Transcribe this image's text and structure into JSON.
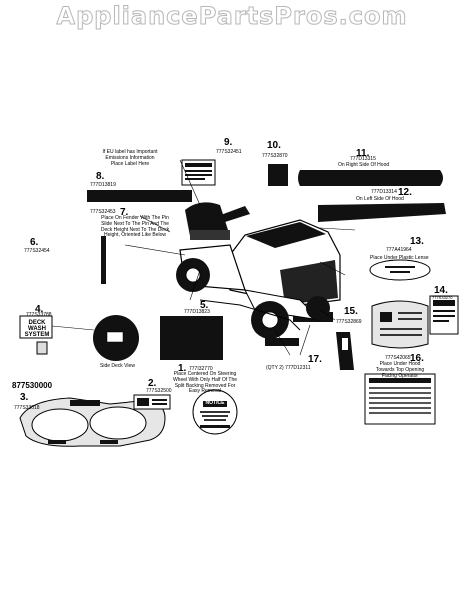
{
  "watermark": "AppliancePartsPros.com",
  "diagram_number": "877530000",
  "parts": [
    {
      "ref": "1.",
      "part_no": "777I32770",
      "note": [
        "Place Centered On Steering",
        "Wheel With Only Half Of The",
        "Split Backing Removed For",
        "Easy Removal"
      ]
    },
    {
      "ref": "2.",
      "part_no": "777S32500"
    },
    {
      "ref": "3.",
      "part_no": "777S33018"
    },
    {
      "ref": "4.",
      "part_no": "777S33788"
    },
    {
      "ref": "5.",
      "part_no": "777D13823"
    },
    {
      "ref": "6.",
      "part_no": "777S32454"
    },
    {
      "ref": "7.",
      "part_no": "777S32453",
      "note": [
        "Place On Fender With The Pin",
        "Slide Next To The Pin And The",
        "Deck Height Next To The Deck",
        "Height, Oriented Like Below"
      ]
    },
    {
      "ref": "8.",
      "part_no": "777D13819"
    },
    {
      "ref": "9.",
      "part_no": "777S32451"
    },
    {
      "ref": "10.",
      "part_no": "777S32870"
    },
    {
      "ref": "11.",
      "part_no": "777D13315",
      "note": [
        "On Right Side Of Hood"
      ]
    },
    {
      "ref": "12.",
      "part_no": "777D13314",
      "note": [
        "On Left Side Of Hood"
      ]
    },
    {
      "ref": "13.",
      "part_no": "777A41964",
      "note": [
        "Place Under Plastic Lense"
      ]
    },
    {
      "ref": "14.",
      "part_no": "777S33270"
    },
    {
      "ref": "15.",
      "part_no": "777S32869"
    },
    {
      "ref": "16.",
      "part_no": "777S42065",
      "note": [
        "Place Under Hood",
        "Towards Top Opening",
        "Facing Operator"
      ]
    },
    {
      "ref": "17.",
      "part_no": "(QTY 2) 777D12311"
    }
  ],
  "emission_note": [
    "If EU label has Important",
    "Emissions Information",
    "Place Label Here"
  ],
  "side_deck_view": "Side Deck View",
  "deck_logo": [
    "DECK",
    "WASH",
    "SYSTEM"
  ],
  "notice_label": "NOTICE",
  "colors": {
    "ink": "#000000",
    "watermark_fill": "#ffffff",
    "watermark_stroke": "#b8b8b8",
    "decal_gray": "#e6e6e6"
  }
}
